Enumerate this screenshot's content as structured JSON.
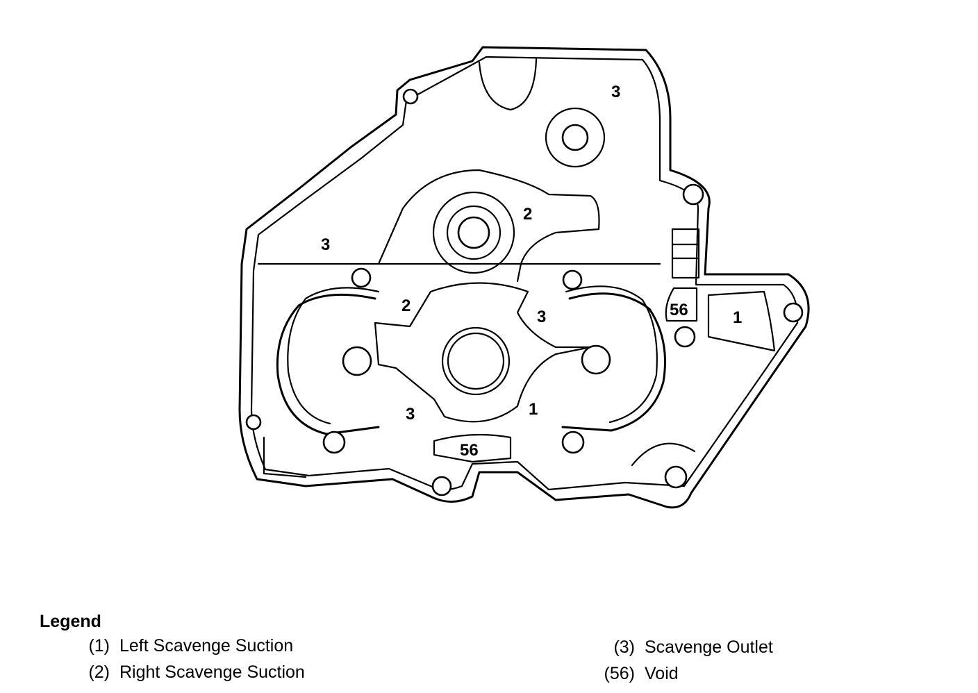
{
  "diagram": {
    "labels": {
      "l1": "3",
      "l2": "2",
      "l3": "3",
      "l4": "2",
      "l5": "3",
      "l6": "56",
      "l7": "1",
      "l8": "3",
      "l9": "1",
      "l10": "56"
    }
  },
  "legend": {
    "title": "Legend",
    "items": [
      {
        "num": "(1)",
        "text": "Left Scavenge Suction"
      },
      {
        "num": "(2)",
        "text": "Right Scavenge Suction"
      },
      {
        "num": "(3)",
        "text": "Scavenge Outlet"
      },
      {
        "num": "(56)",
        "text": "Void"
      }
    ]
  }
}
